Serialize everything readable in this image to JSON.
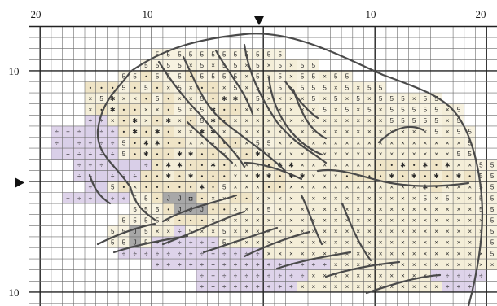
{
  "ruler": {
    "top_labels": [
      "20",
      "10",
      "10",
      "20"
    ],
    "left_labels": [
      "10",
      "10"
    ]
  },
  "center_markers": {
    "top": "down-triangle-marker",
    "left": "right-triangle-marker"
  },
  "key": {
    "cross": {
      "glyph": "×",
      "fill": "#f4eed8",
      "ink": "#2b2b2b"
    },
    "five": {
      "glyph": "5",
      "fill": "#f7f2e0",
      "ink": "#333333"
    },
    "divide": {
      "glyph": "÷",
      "fill": "#ded3ea",
      "ink": "#3a3a3a"
    },
    "bullet": {
      "glyph": "•",
      "fill": "#efe4c6",
      "ink": "#111111"
    },
    "sun": {
      "glyph": "✱",
      "fill": "#f4eed8",
      "ink": "#111111"
    },
    "blank": {
      "glyph": "",
      "fill": "#d9cfe8",
      "ink": "#000000"
    },
    "j": {
      "glyph": "J",
      "fill": "#a8a8a8",
      "ink": "#222222"
    },
    "sq": {
      "glyph": "◘",
      "fill": "#a8a8a8",
      "ink": "#222222"
    }
  },
  "colors": {
    "grid_minor": "#6a6a6a",
    "grid_major": "#222222",
    "backstitch": "#4a4a4a"
  }
}
